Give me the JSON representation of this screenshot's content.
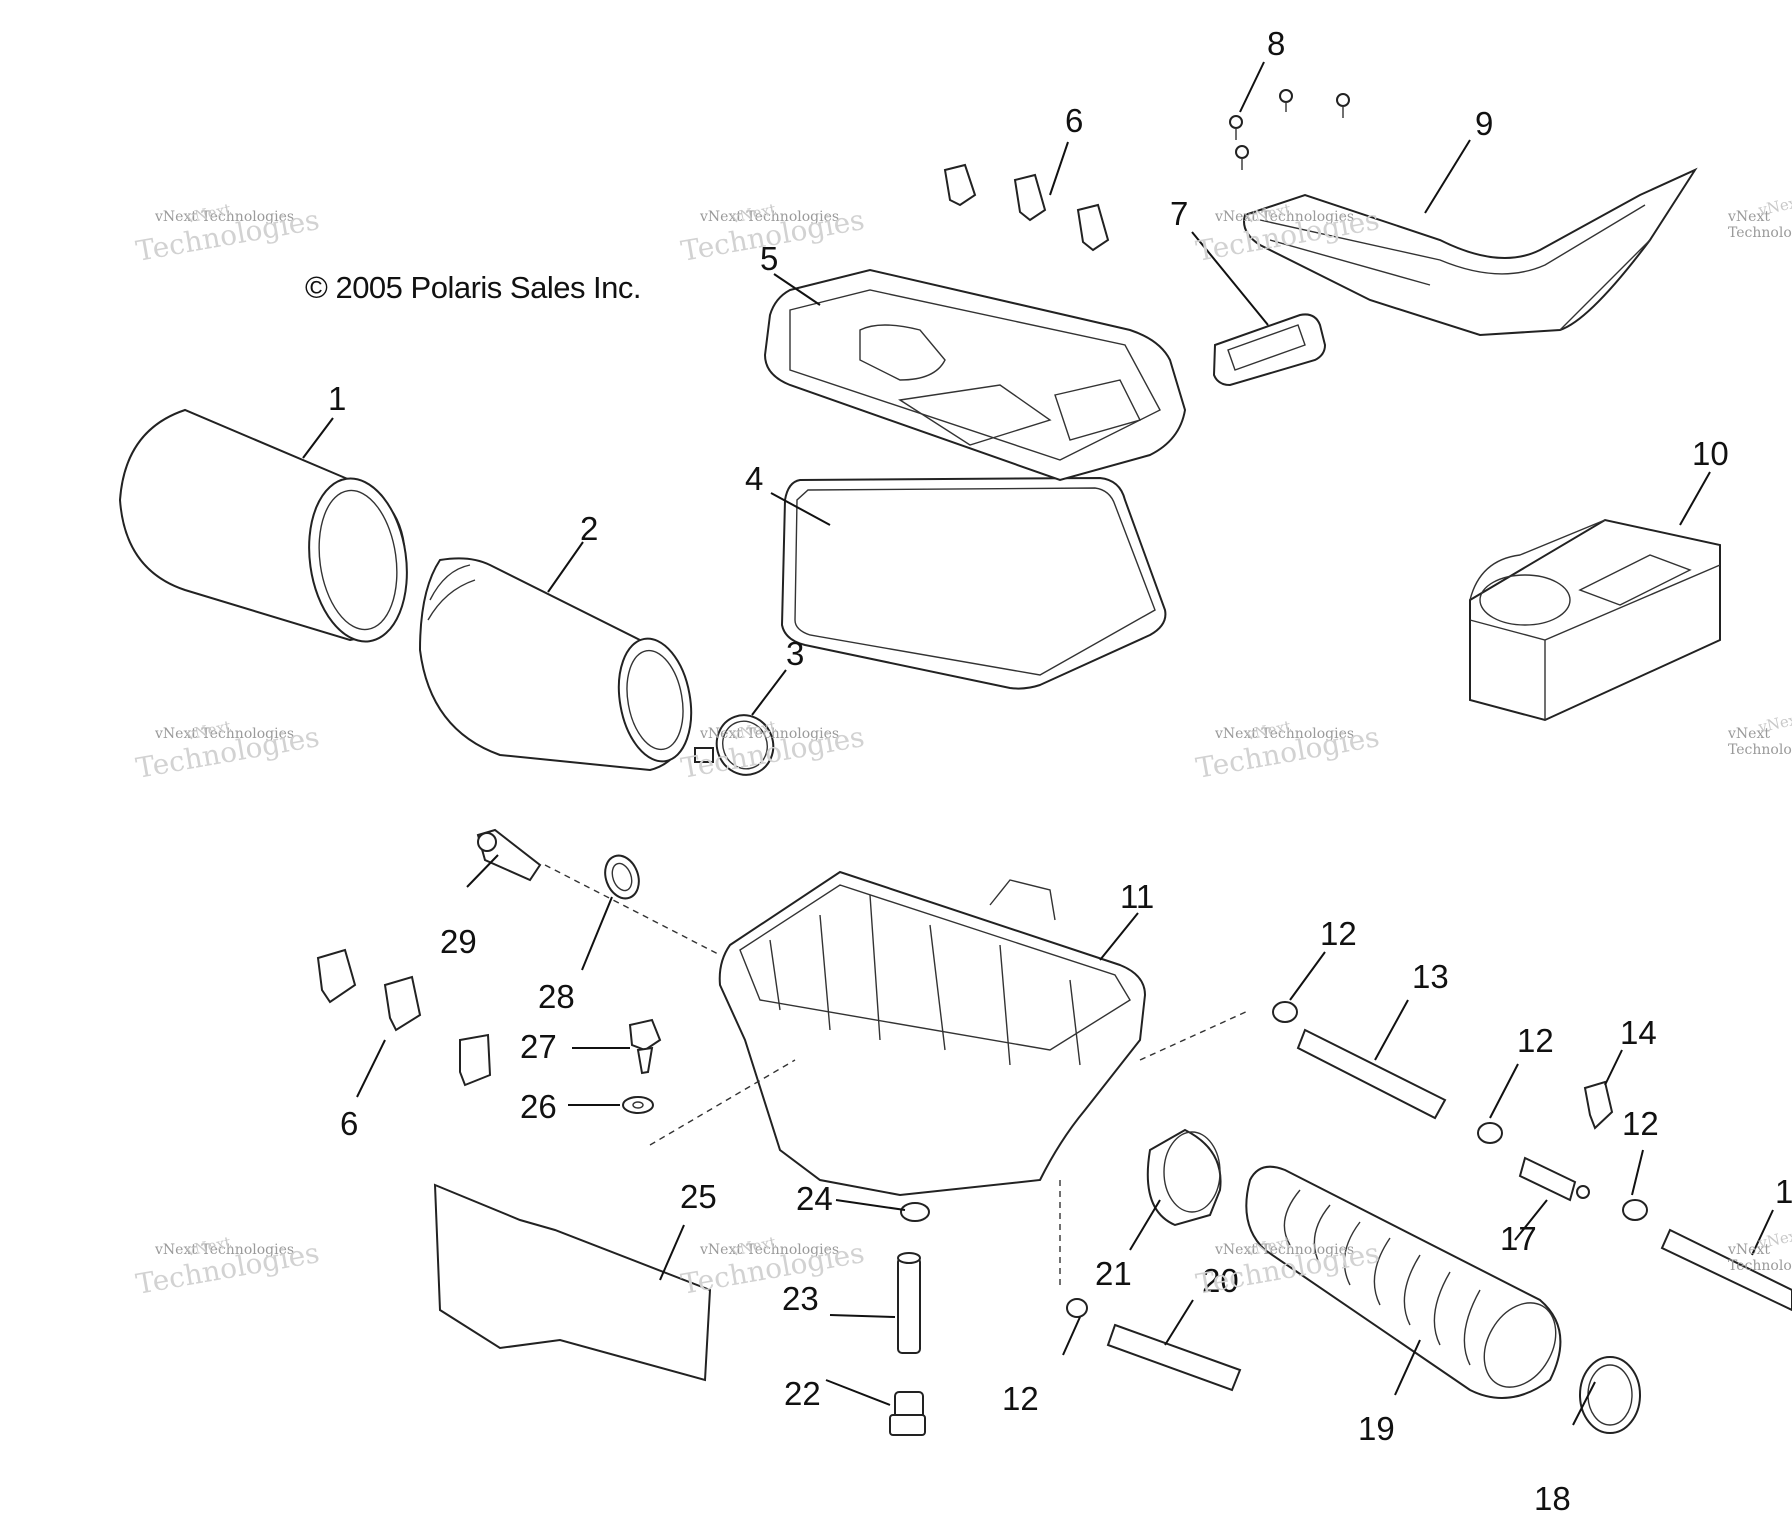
{
  "copyright": "© 2005 Polaris Sales Inc.",
  "watermark": {
    "line1": "vNext",
    "line2": "vNext Technologies",
    "line3": "Technologies"
  },
  "callouts": {
    "c1": "1",
    "c2": "2",
    "c3": "3",
    "c4": "4",
    "c5": "5",
    "c6a": "6",
    "c6b": "6",
    "c7": "7",
    "c8": "8",
    "c9": "9",
    "c10": "10",
    "c11": "11",
    "c12a": "12",
    "c12b": "12",
    "c12c": "12",
    "c12d": "12",
    "c13": "13",
    "c13b": "1",
    "c14": "14",
    "c17": "17",
    "c18": "18",
    "c19": "19",
    "c20": "20",
    "c21": "21",
    "c22": "22",
    "c23": "23",
    "c24": "24",
    "c25": "25",
    "c26": "26",
    "c27": "27",
    "c28": "28",
    "c29": "29"
  }
}
